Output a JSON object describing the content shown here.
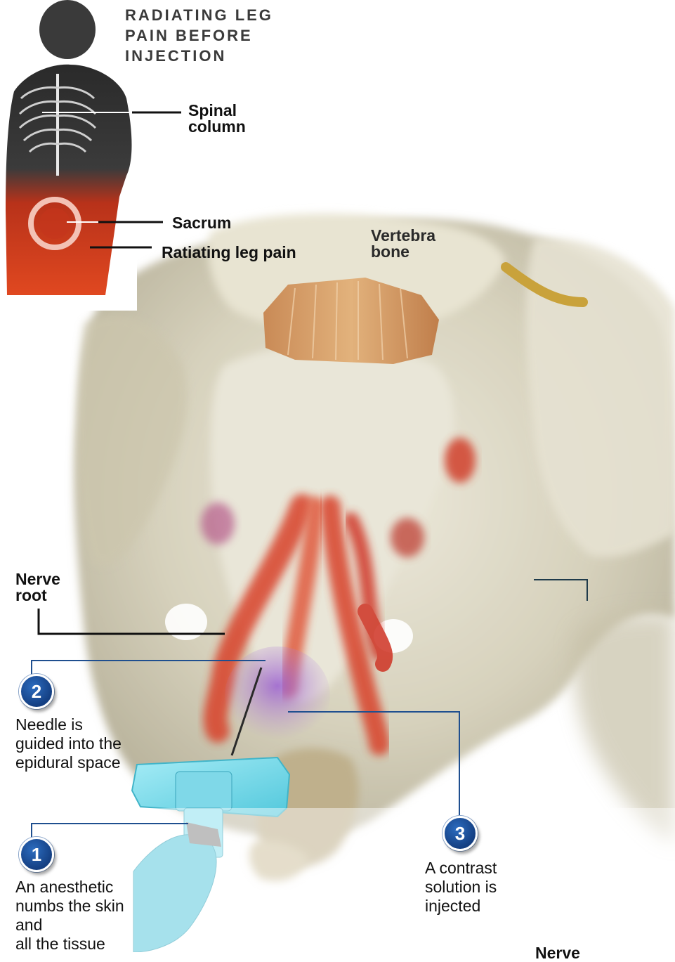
{
  "inset": {
    "title_lines": [
      "RADIATING LEG",
      "PAIN BEFORE",
      "INJECTION"
    ],
    "spinal_column": [
      "Spinal",
      "column"
    ],
    "sacrum": "Sacrum",
    "leg_pain": "Ratiating leg pain"
  },
  "labels": {
    "vertebra_bone": [
      "Vertebra",
      "bone"
    ],
    "nerve_root": [
      "Nerve",
      "root"
    ],
    "nerve_cut": "Nerve"
  },
  "steps": [
    {
      "number": "1",
      "lines": [
        "An anesthetic",
        "numbs the skin",
        "and",
        "all the tissue"
      ]
    },
    {
      "number": "2",
      "lines": [
        "Needle is",
        "guided into the",
        "epidural space"
      ]
    },
    {
      "number": "3",
      "lines": [
        "A contrast",
        "solution is",
        "injected"
      ]
    }
  ],
  "colors": {
    "badge": "#1d4f96",
    "leader_blue": "#1f4f8f",
    "leader_dark": "#111111",
    "bone": "#d9d4c0",
    "nerve": "#d8432a"
  }
}
